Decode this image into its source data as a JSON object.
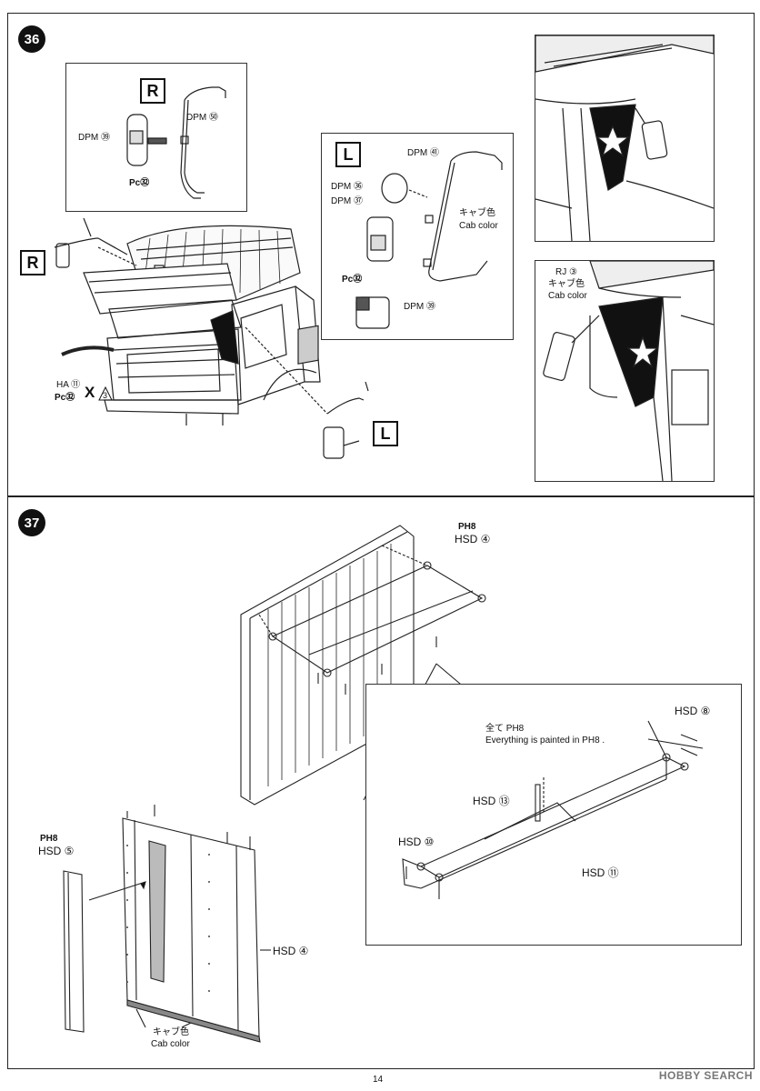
{
  "steps": {
    "step36": {
      "number": "36",
      "side_right": "R",
      "side_left": "L",
      "inset_right": {
        "badge": "R",
        "part_mirror": "DPM ㊴",
        "part_arm": "DPM ㊿",
        "paint": "Pc㉜"
      },
      "inset_left": {
        "badge": "L",
        "part_arm": "DPM ㊶",
        "part_round": "DPM ㊱",
        "part_mirror2": "DPM ㊲",
        "cab_color_jp": "キャブ色",
        "cab_color_en": "Cab color",
        "paint": "Pc㉜",
        "part_mirror": "DPM ㊴"
      },
      "bumper_part": "HA ⑪",
      "bumper_paint": "Pc㉜",
      "bumper_x": "X",
      "bumper_count": "3",
      "photo2": {
        "part": "RJ ③",
        "cab_color_jp": "キャブ色",
        "cab_color_en": "Cab color"
      }
    },
    "step37": {
      "number": "37",
      "top_paint": "PH8",
      "top_part": "HSD ④",
      "inset": {
        "all_jp": "全て PH8",
        "all_en": "Everything is painted in PH8 .",
        "part8": "HSD ⑧",
        "part13": "HSD ⑬",
        "part10": "HSD ⑩",
        "part11": "HSD ⑪"
      },
      "left_paint": "PH8",
      "left_part": "HSD ⑤",
      "panel_part": "HSD ④",
      "cab_color_jp": "キャブ色",
      "cab_color_en": "Cab color"
    }
  },
  "footer": {
    "page": "14",
    "watermark": "HOBBY SEARCH"
  }
}
